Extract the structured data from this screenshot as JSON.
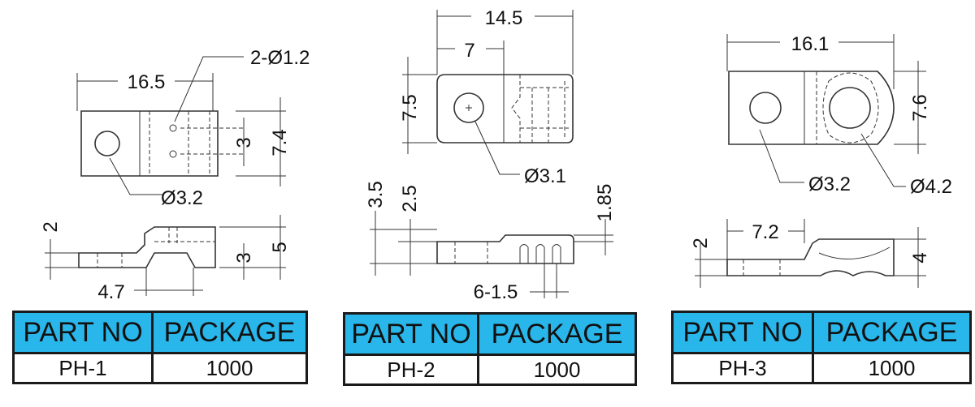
{
  "parts": [
    {
      "dims": {
        "top_length": "16.5",
        "hole_small": "2-Ø1.2",
        "hole": "Ø3.2",
        "height_inner": "3",
        "height": "7.4",
        "side_left": "2",
        "side_inner": "3",
        "side_total": "5",
        "side_bottom": "4.7"
      },
      "table": {
        "part_no_label": "PART NO",
        "package_label": "PACKAGE",
        "part_no": "PH-1",
        "package": "1000"
      }
    },
    {
      "dims": {
        "top_length": "14.5",
        "top_inner": "7",
        "height": "7.5",
        "hole": "Ø3.1",
        "side_left_a": "3.5",
        "side_left_b": "2.5",
        "side_right": "1.85",
        "side_bottom": "6-1.5"
      },
      "table": {
        "part_no_label": "PART NO",
        "package_label": "PACKAGE",
        "part_no": "PH-2",
        "package": "1000"
      }
    },
    {
      "dims": {
        "top_length": "16.1",
        "height": "7.6",
        "hole_small": "Ø3.2",
        "hole_large": "Ø4.2",
        "side_left": "2",
        "side_top": "7.2",
        "side_right": "4"
      },
      "table": {
        "part_no_label": "PART NO",
        "package_label": "PACKAGE",
        "part_no": "PH-3",
        "package": "1000"
      }
    }
  ],
  "colors": {
    "header_bg": "#29b6ea",
    "line": "#333333"
  }
}
